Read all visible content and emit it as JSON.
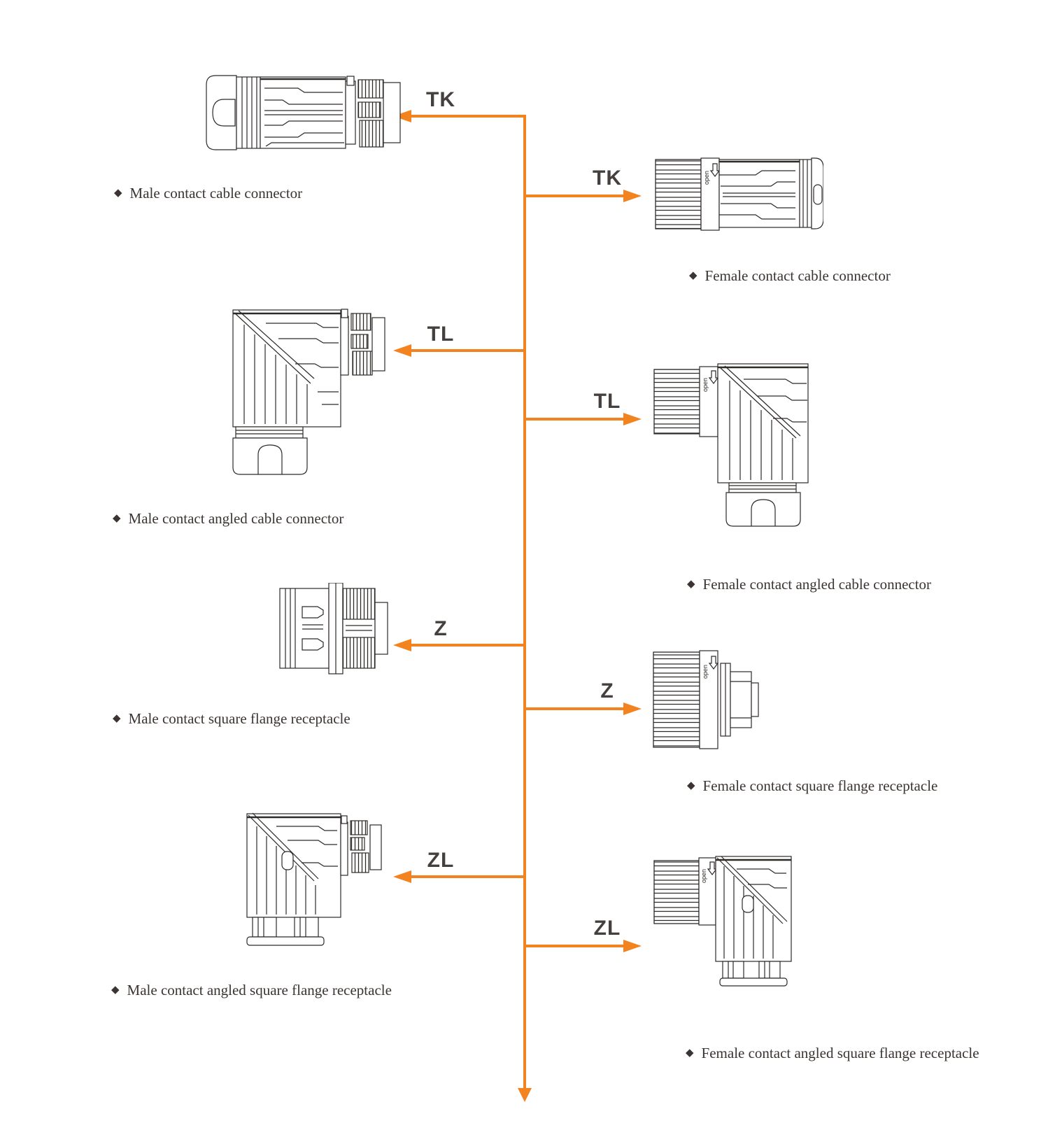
{
  "diagram": {
    "colors": {
      "arrow": "#f2831f",
      "code_text": "#45403e",
      "label_text": "#3b3432",
      "line_art": "#2d2a28"
    },
    "bullet": "◆",
    "open_marker": "open",
    "rows": [
      {
        "side": "left",
        "code": "TK",
        "label": "Male contact cable connector"
      },
      {
        "side": "right",
        "code": "TK",
        "label": "Female contact cable connector"
      },
      {
        "side": "left",
        "code": "TL",
        "label": "Male contact angled cable connector"
      },
      {
        "side": "right",
        "code": "TL",
        "label": "Female contact angled cable connector"
      },
      {
        "side": "left",
        "code": "Z",
        "label": "Male contact square flange receptacle"
      },
      {
        "side": "right",
        "code": "Z",
        "label": "Female contact square flange receptacle"
      },
      {
        "side": "left",
        "code": "ZL",
        "label": "Male contact angled square flange receptacle"
      },
      {
        "side": "right",
        "code": "ZL",
        "label": "Female contact angled square flange receptacle"
      }
    ]
  }
}
